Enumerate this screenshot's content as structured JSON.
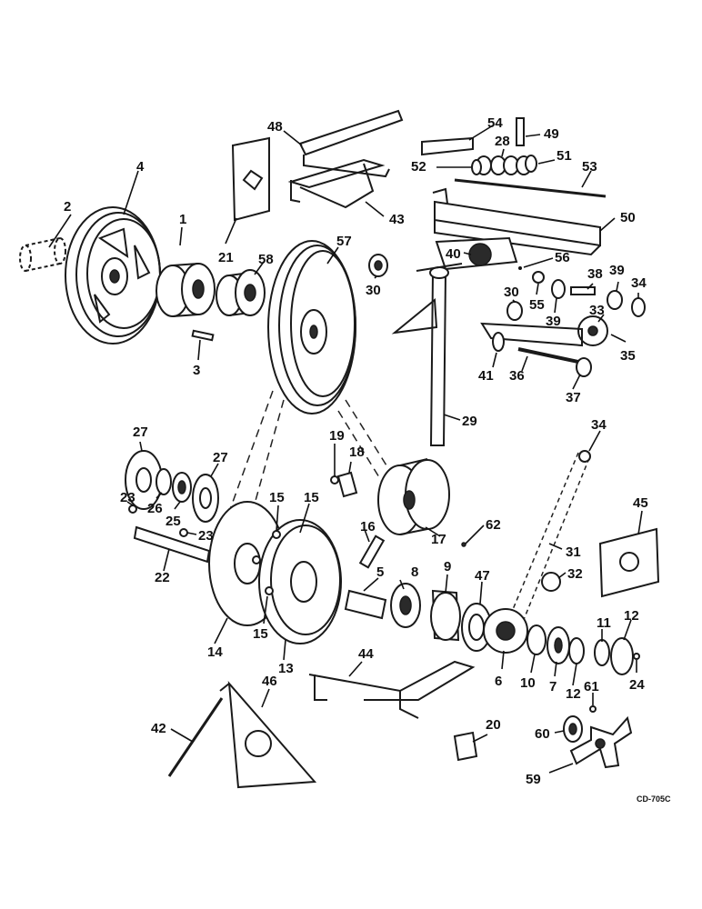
{
  "callouts": [
    {
      "label": "1"
    },
    {
      "label": "2"
    },
    {
      "label": "3"
    },
    {
      "label": "4"
    },
    {
      "label": "5"
    },
    {
      "label": "6"
    },
    {
      "label": "7"
    },
    {
      "label": "8"
    },
    {
      "label": "9"
    },
    {
      "label": "10"
    },
    {
      "label": "11"
    },
    {
      "label": "12"
    },
    {
      "label": "12"
    },
    {
      "label": "13"
    },
    {
      "label": "14"
    },
    {
      "label": "15"
    },
    {
      "label": "15"
    },
    {
      "label": "15"
    },
    {
      "label": "16"
    },
    {
      "label": "17"
    },
    {
      "label": "18"
    },
    {
      "label": "19"
    },
    {
      "label": "20"
    },
    {
      "label": "21"
    },
    {
      "label": "22"
    },
    {
      "label": "23"
    },
    {
      "label": "23"
    },
    {
      "label": "24"
    },
    {
      "label": "25"
    },
    {
      "label": "26"
    },
    {
      "label": "27"
    },
    {
      "label": "27"
    },
    {
      "label": "28"
    },
    {
      "label": "29"
    },
    {
      "label": "30"
    },
    {
      "label": "30"
    },
    {
      "label": "31"
    },
    {
      "label": "32"
    },
    {
      "label": "33"
    },
    {
      "label": "34"
    },
    {
      "label": "34"
    },
    {
      "label": "35"
    },
    {
      "label": "36"
    },
    {
      "label": "37"
    },
    {
      "label": "38"
    },
    {
      "label": "39"
    },
    {
      "label": "39"
    },
    {
      "label": "40"
    },
    {
      "label": "41"
    },
    {
      "label": "42"
    },
    {
      "label": "43"
    },
    {
      "label": "44"
    },
    {
      "label": "45"
    },
    {
      "label": "46"
    },
    {
      "label": "47"
    },
    {
      "label": "48"
    },
    {
      "label": "49"
    },
    {
      "label": "50"
    },
    {
      "label": "51"
    },
    {
      "label": "52"
    },
    {
      "label": "53"
    },
    {
      "label": "54"
    },
    {
      "label": "55"
    },
    {
      "label": "56"
    },
    {
      "label": "57"
    },
    {
      "label": "58"
    },
    {
      "label": "59"
    },
    {
      "label": "60"
    },
    {
      "label": "61"
    },
    {
      "label": "62"
    }
  ],
  "drawing_code": "CD-705C"
}
